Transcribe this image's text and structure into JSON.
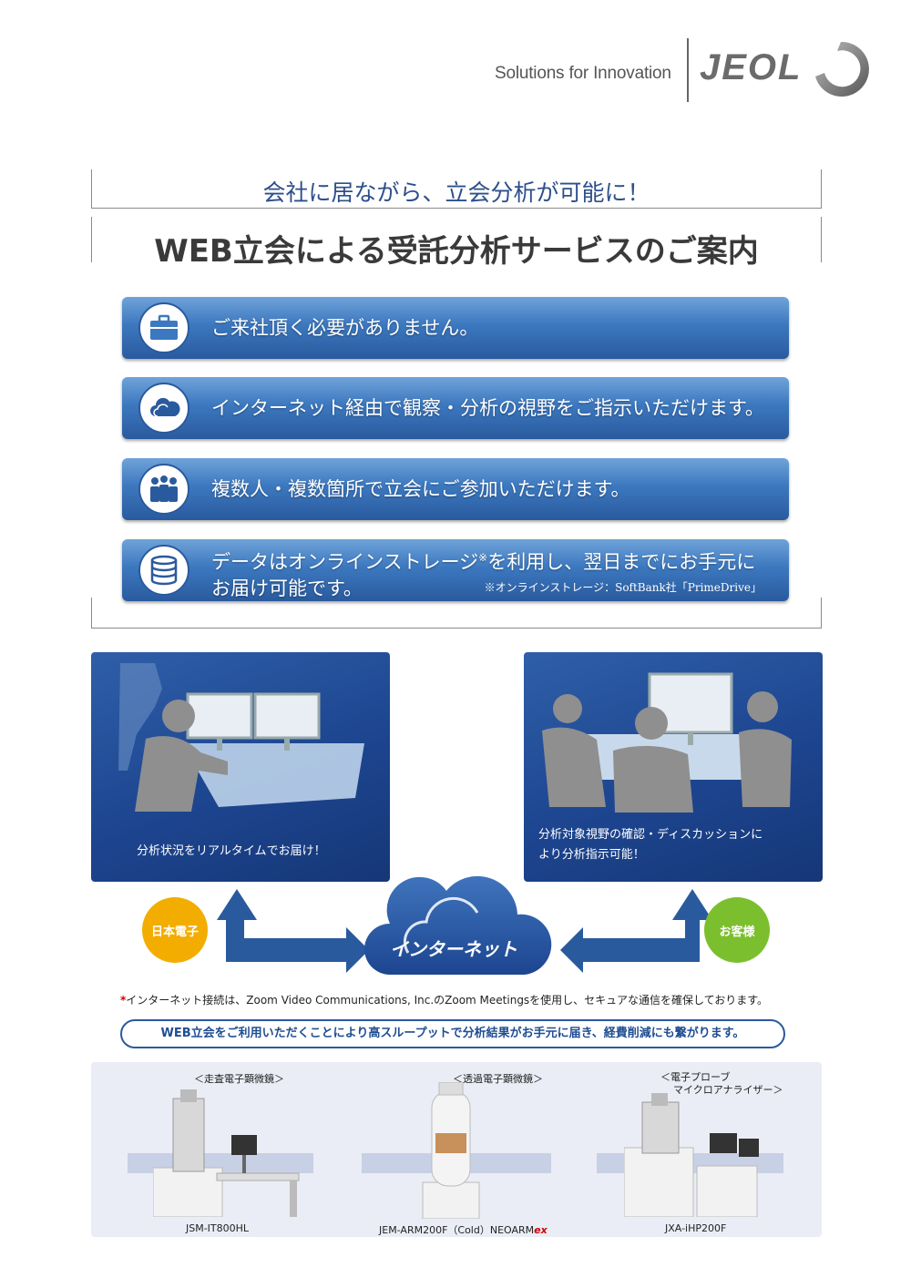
{
  "header": {
    "tagline": "Solutions for Innovation",
    "logo": "JEOL"
  },
  "subtitle": "会社に居ながら、立会分析が可能に！",
  "title": "WEB立会による受託分析サービスのご案内",
  "features": [
    {
      "icon": "briefcase-icon",
      "text": "ご来社頂く必要がありません。"
    },
    {
      "icon": "cloud-icon",
      "text": "インターネット経由で観察・分析の視野をご指示いただけます。"
    },
    {
      "icon": "people-icon",
      "text": "複数人・複数箇所で立会にご参加いただけます。"
    },
    {
      "icon": "database-icon",
      "line1": "データはオンラインストレージ",
      "mark": "※",
      "line1b": "を利用し、翌日までにお手元に",
      "line2": "お届け可能です。",
      "note": "※オンラインストレージ：SoftBank社「PrimeDrive」"
    }
  ],
  "scenes": {
    "left_caption": "分析状況をリアルタイムでお届け！",
    "right_caption_1": "分析対象視野の確認・ディスカッションに",
    "right_caption_2": "より分析指示可能！"
  },
  "parties": {
    "left": "日本電子",
    "center": "インターネット",
    "right": "お客様"
  },
  "colors": {
    "brand_blue": "#2a5a9e",
    "left_badge": "#f2ad00",
    "right_badge": "#7cbf2e"
  },
  "footnote": {
    "mark": "*",
    "text": "インターネット接続は、Zoom Video Communications, Inc.のZoom Meetingsを使用し、セキュアな通信を確保しております。"
  },
  "highlight": "WEB立会をご利用いただくことにより高スループットで分析結果がお手元に届き、経費削減にも繋がります。",
  "equipment": [
    {
      "category": "＜走査電子顕微鏡＞",
      "model": "JSM-IT800HL"
    },
    {
      "category": "＜透過電子顕微鏡＞",
      "model": "JEM-ARM200F（Cold）NEOARM",
      "model_suffix": "ex"
    },
    {
      "category_1": "＜電子プローブ",
      "category_2": "マイクロアナライザー＞",
      "model": "JXA-iHP200F"
    }
  ]
}
